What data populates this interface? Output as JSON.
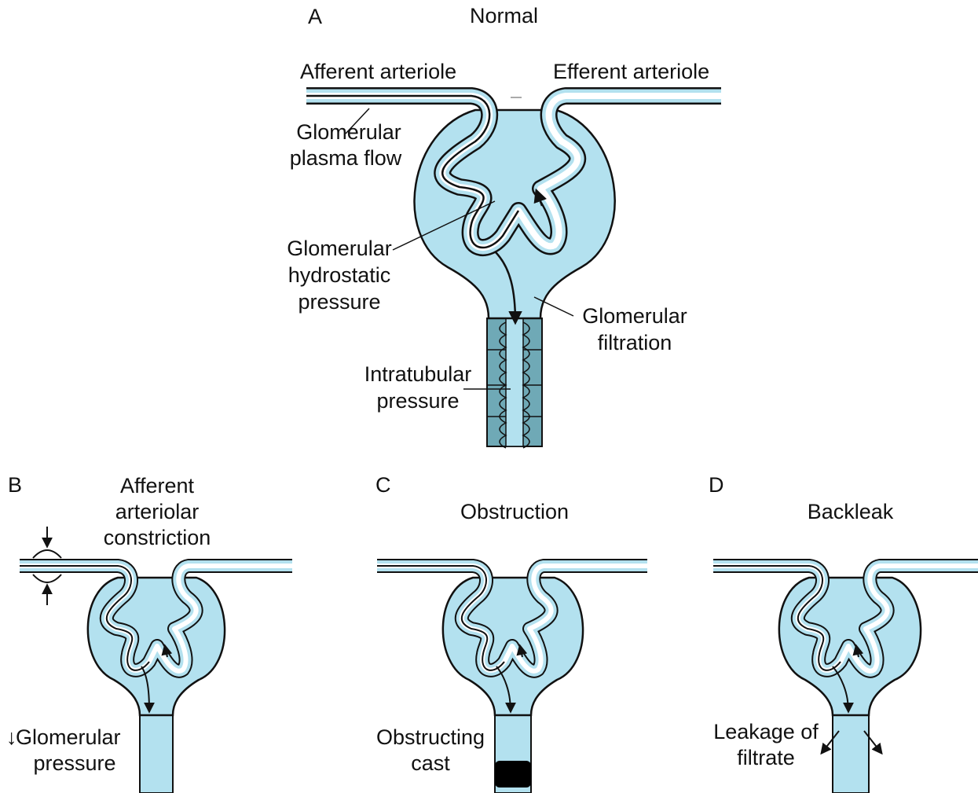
{
  "colors": {
    "fluid": "#b3e1ef",
    "fluid_dark": "#7fbecd",
    "epithelium": "#6fa9b6",
    "outline": "#111111",
    "vessel_core": "#ffffff",
    "cast": "#000000"
  },
  "panels": {
    "a": {
      "letter": "A",
      "title": "Normal",
      "labels": {
        "afferent": "Afferent arteriole",
        "efferent": "Efferent arteriole",
        "plasma_flow_1": "Glomerular",
        "plasma_flow_2": "plasma flow",
        "hydrostatic_1": "Glomerular",
        "hydrostatic_2": "hydrostatic",
        "hydrostatic_3": "pressure",
        "filtration_1": "Glomerular",
        "filtration_2": "filtration",
        "intratubular_1": "Intratubular",
        "intratubular_2": "pressure"
      }
    },
    "b": {
      "letter": "B",
      "title_1": "Afferent",
      "title_2": "arteriolar",
      "title_3": "constriction",
      "label_1": "Glomerular",
      "label_2": "pressure",
      "arrow_glyph": "↓"
    },
    "c": {
      "letter": "C",
      "title": "Obstruction",
      "label_1": "Obstructing",
      "label_2": "cast"
    },
    "d": {
      "letter": "D",
      "title": "Backleak",
      "label_1": "Leakage of",
      "label_2": "filtrate"
    }
  }
}
